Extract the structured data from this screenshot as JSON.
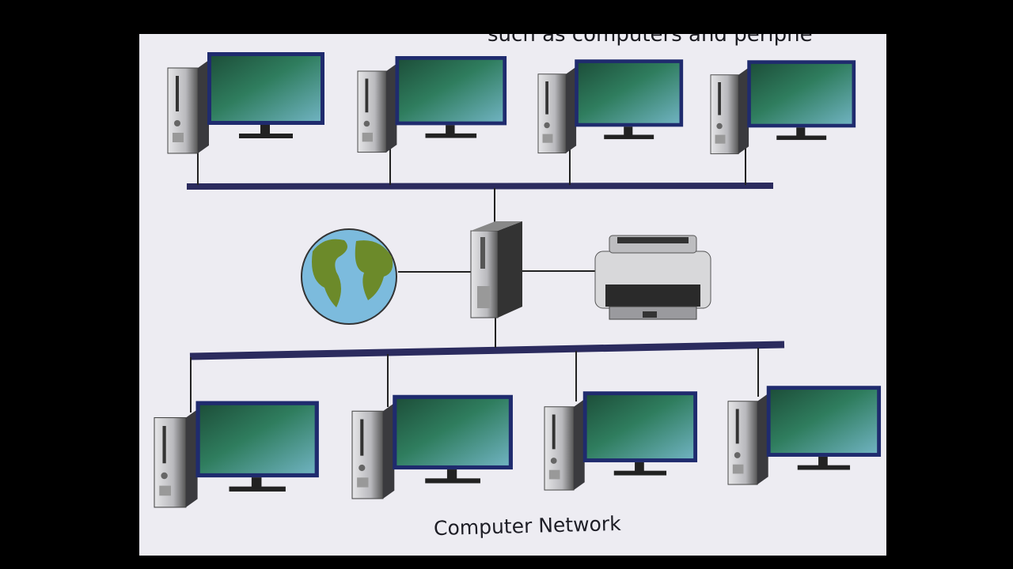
{
  "page": {
    "top_text_fragment": "such as computers and periphe",
    "caption": "Computer Network"
  },
  "diagram": {
    "nodes": [
      "computer",
      "computer",
      "computer",
      "computer",
      "server",
      "globe",
      "printer",
      "computer",
      "computer",
      "computer",
      "computer"
    ],
    "colors": {
      "bus": "#2b2b5e",
      "monitor_frame": "#1f2b6e",
      "screen": "#2f7b6e",
      "tower": "#c9c9cc",
      "globe_water": "#6fb3d6",
      "globe_land": "#6c8a2a"
    }
  }
}
